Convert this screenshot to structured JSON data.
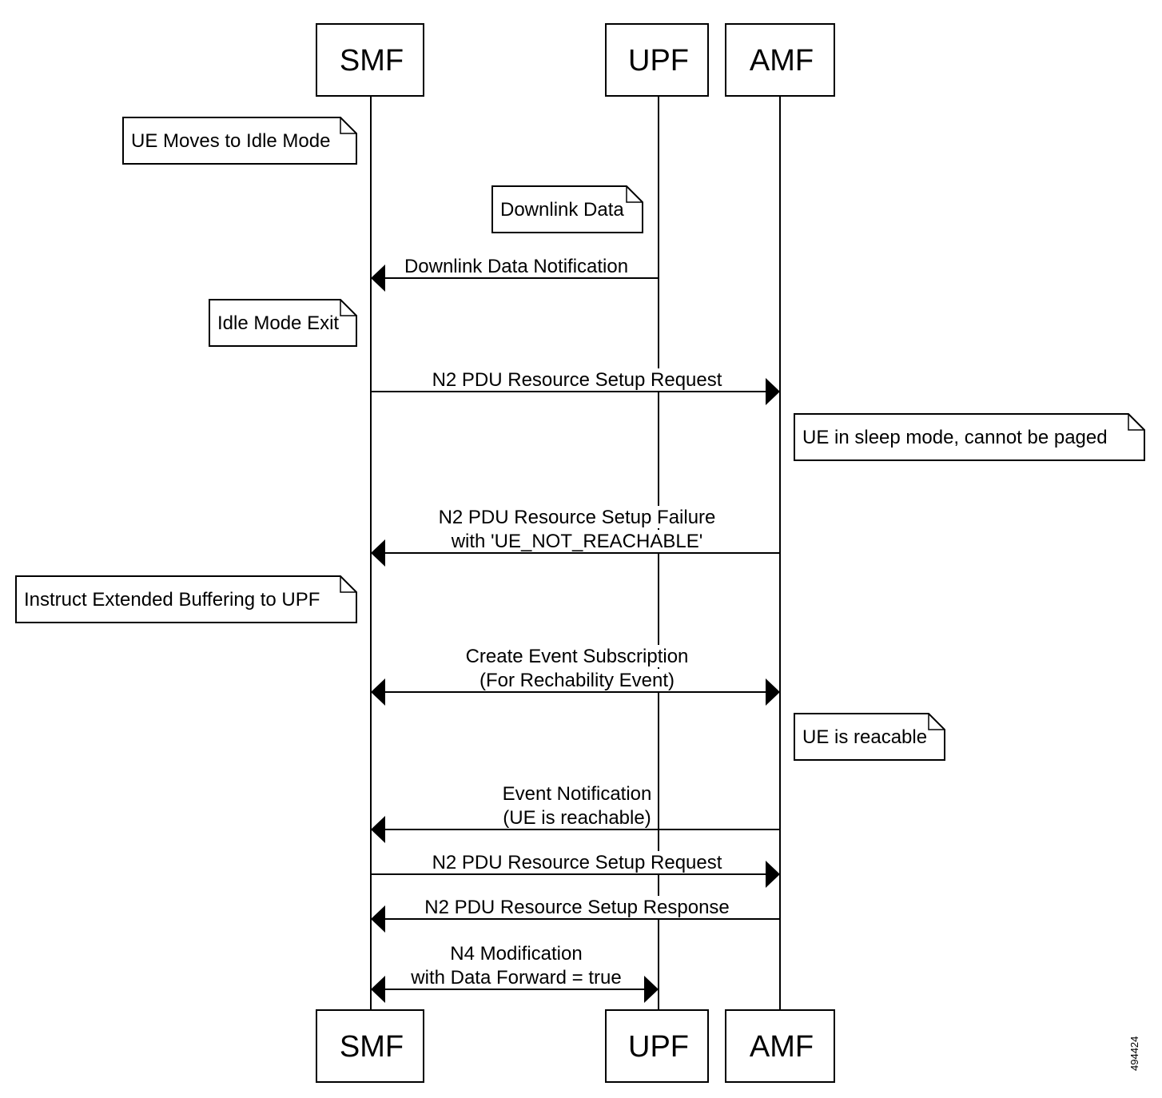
{
  "diagram": {
    "type": "sequence",
    "participants": [
      {
        "id": "smf",
        "label": "SMF"
      },
      {
        "id": "upf",
        "label": "UPF"
      },
      {
        "id": "amf",
        "label": "AMF"
      }
    ],
    "steps": [
      {
        "kind": "note",
        "over": "smf",
        "side": "left",
        "text": "UE Moves to Idle Mode"
      },
      {
        "kind": "note",
        "over": "upf",
        "side": "left",
        "text": "Downlink Data"
      },
      {
        "kind": "message",
        "from": "upf",
        "to": "smf",
        "lines": [
          "Downlink Data Notification"
        ],
        "bidirectional": false
      },
      {
        "kind": "note",
        "over": "smf",
        "side": "left",
        "text": "Idle Mode Exit"
      },
      {
        "kind": "message",
        "from": "smf",
        "to": "amf",
        "lines": [
          "N2 PDU Resource Setup Request"
        ],
        "bidirectional": false
      },
      {
        "kind": "note",
        "over": "amf",
        "side": "right",
        "text": "UE in sleep mode, cannot be paged"
      },
      {
        "kind": "message",
        "from": "amf",
        "to": "smf",
        "lines": [
          "N2 PDU Resource Setup Failure",
          " with 'UE_NOT_REACHABLE'"
        ],
        "bidirectional": false
      },
      {
        "kind": "note",
        "over": "smf",
        "side": "left",
        "text": "Instruct Extended Buffering to UPF"
      },
      {
        "kind": "message",
        "from": "smf",
        "to": "amf",
        "lines": [
          "Create Event Subscription",
          "(For Rechability Event)"
        ],
        "bidirectional": true
      },
      {
        "kind": "note",
        "over": "amf",
        "side": "right",
        "text": "UE is reacable"
      },
      {
        "kind": "message",
        "from": "amf",
        "to": "smf",
        "lines": [
          "Event Notification",
          "(UE is reachable)"
        ],
        "bidirectional": false
      },
      {
        "kind": "message",
        "from": "smf",
        "to": "amf",
        "lines": [
          "N2 PDU Resource Setup Request"
        ],
        "bidirectional": false
      },
      {
        "kind": "message",
        "from": "amf",
        "to": "smf",
        "lines": [
          "N2 PDU Resource Setup Response"
        ],
        "bidirectional": false
      },
      {
        "kind": "message",
        "from": "smf",
        "to": "upf",
        "lines": [
          "N4 Modification",
          "with Data Forward = true"
        ],
        "bidirectional": true
      }
    ],
    "figure_id": "494424"
  }
}
